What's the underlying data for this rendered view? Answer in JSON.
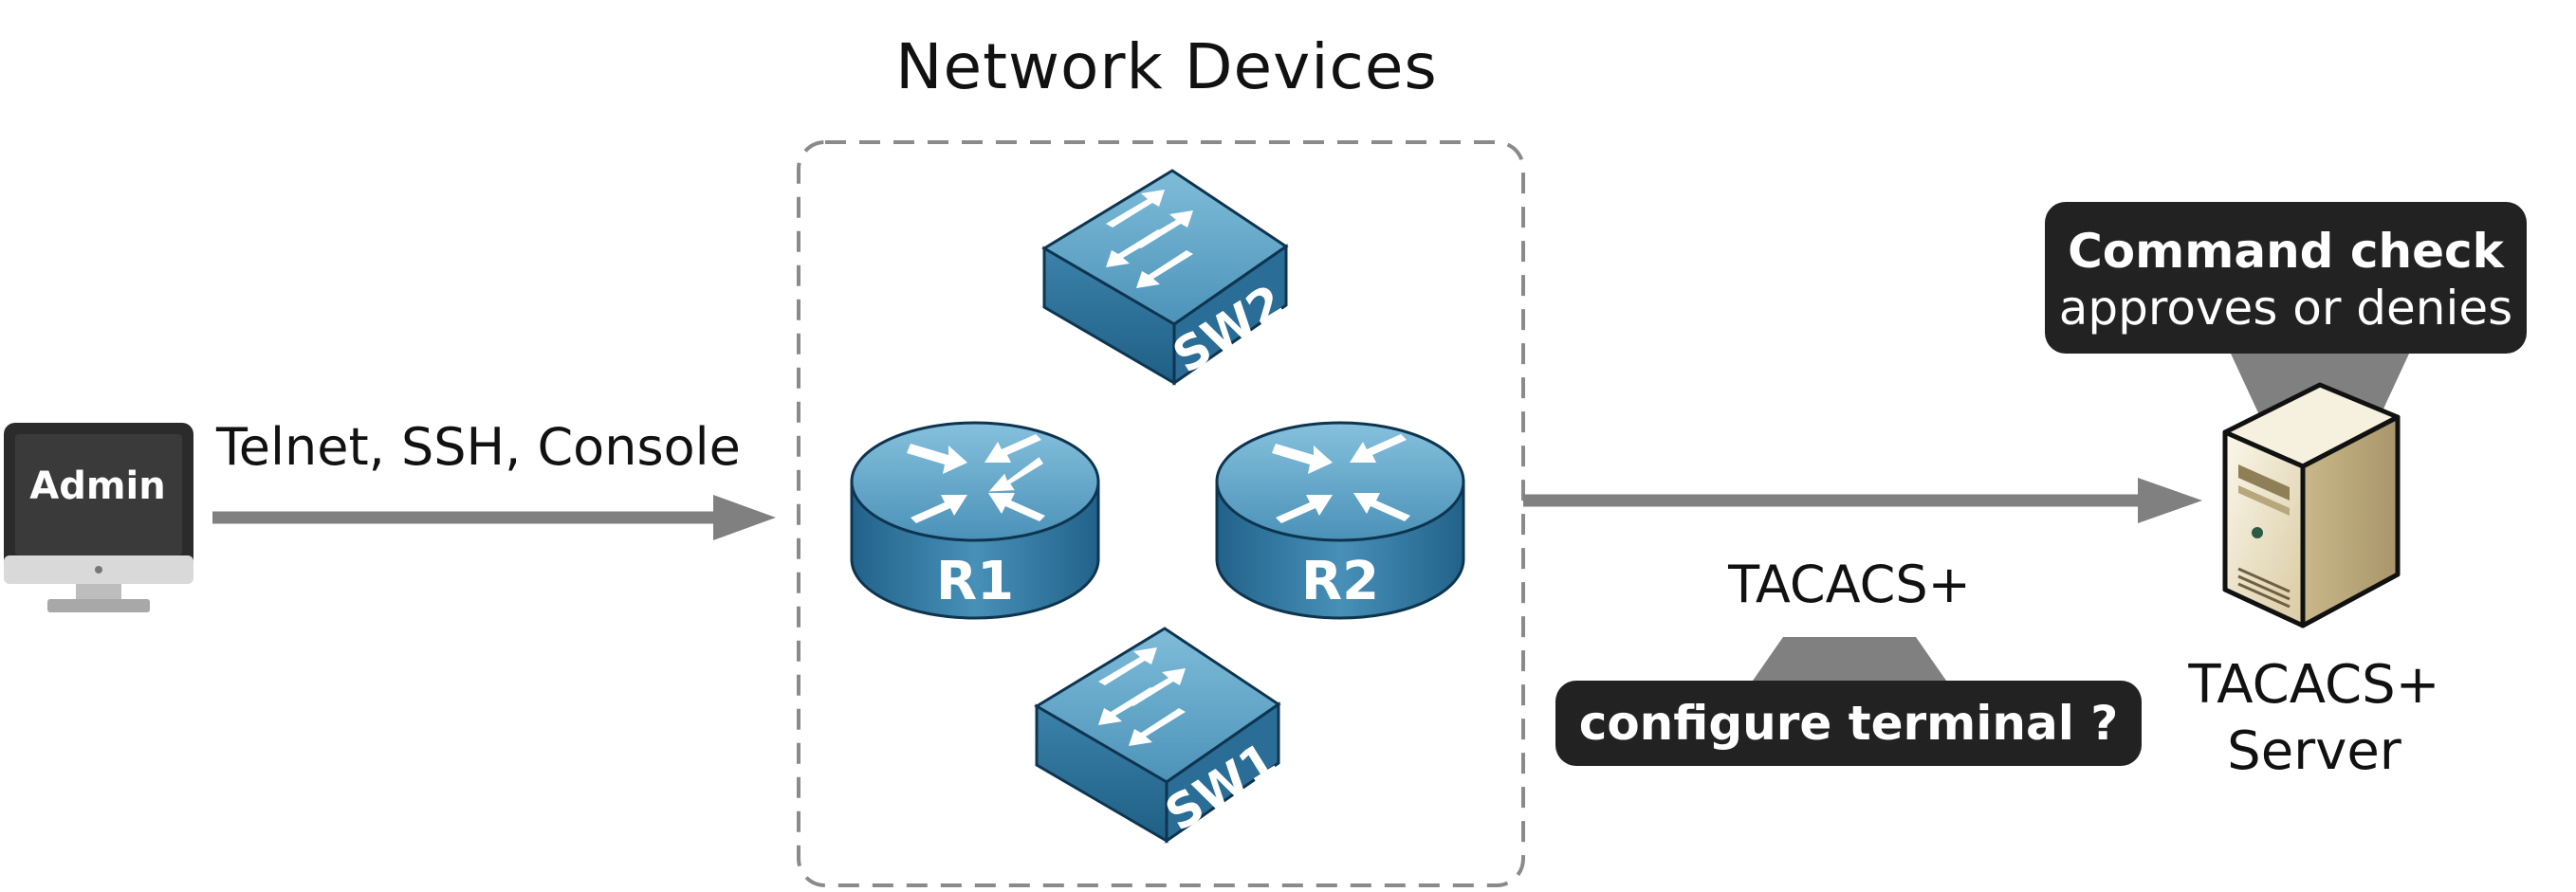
{
  "title": "Network Devices",
  "admin": {
    "label": "Admin"
  },
  "connection": {
    "protocols": "Telnet, SSH, Console"
  },
  "devices": [
    {
      "name": "SW2",
      "type": "switch"
    },
    {
      "name": "R1",
      "type": "router"
    },
    {
      "name": "R2",
      "type": "router"
    },
    {
      "name": "SW1",
      "type": "switch"
    }
  ],
  "tacacs": {
    "protocol_label": "TACACS+",
    "command_bubble": "configure terminal ?",
    "server_label_line1": "TACACS+",
    "server_label_line2": "Server",
    "check_title": "Command check",
    "check_text": "approves or denies"
  },
  "colors": {
    "device_blue": "#3f86ad",
    "arrow_gray": "#808080",
    "bubble_dark": "#222222",
    "server_beige": "#ece3c8"
  },
  "icons": [
    "monitor-icon",
    "switch-icon",
    "router-icon",
    "server-icon"
  ]
}
